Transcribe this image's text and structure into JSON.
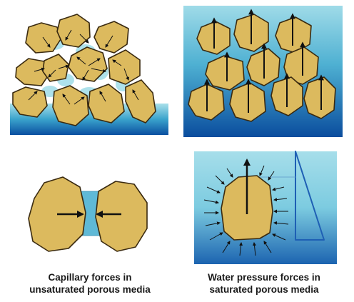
{
  "captions": {
    "left": {
      "line1": "Capillary forces in",
      "line2": "unsaturated porous media"
    },
    "right": {
      "line1": "Water pressure forces in",
      "line2": "saturated porous media"
    }
  },
  "colors": {
    "grain": "#dcba5e",
    "grain_outline": "#3a2a10",
    "water_light": "#a9e0ea",
    "water_mid": "#56b6d2",
    "water_deep": "#0a4fa0",
    "arrow": "#111111",
    "pressure_diagram": "#1e5fb4"
  },
  "icons": [
    "grain-shape",
    "force-arrow",
    "pressure-triangle"
  ]
}
